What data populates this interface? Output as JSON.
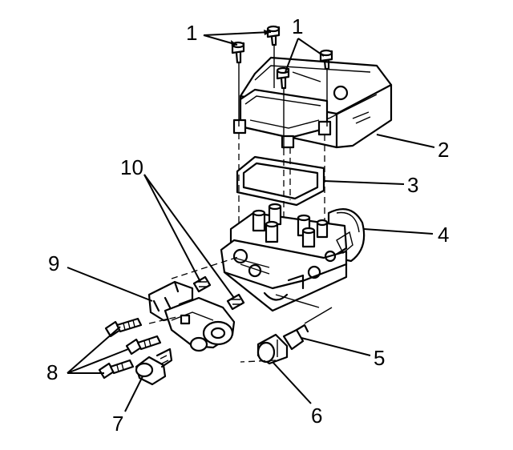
{
  "callouts": {
    "c1a": "1",
    "c1b": "1",
    "c2": "2",
    "c3": "3",
    "c4": "4",
    "c5": "5",
    "c6": "6",
    "c7": "7",
    "c8": "8",
    "c9": "9",
    "c10": "10"
  }
}
